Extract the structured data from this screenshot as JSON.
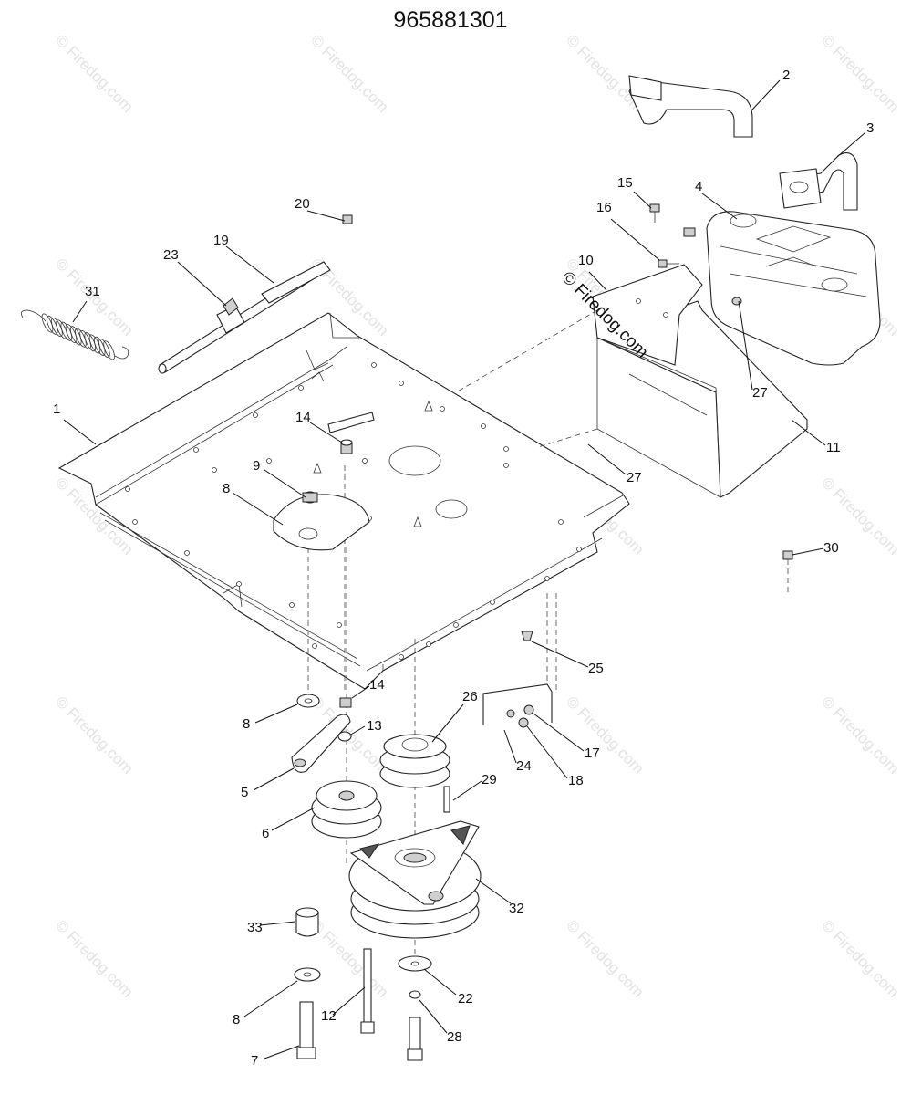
{
  "title": "965881301",
  "watermark": {
    "text": "© Firedog.com",
    "center_text": "© Firedog.com"
  },
  "parts": [
    {
      "number": "1"
    },
    {
      "number": "2"
    },
    {
      "number": "3"
    },
    {
      "number": "4"
    },
    {
      "number": "5"
    },
    {
      "number": "6"
    },
    {
      "number": "7"
    },
    {
      "number": "8"
    },
    {
      "number": "9"
    },
    {
      "number": "10"
    },
    {
      "number": "11"
    },
    {
      "number": "12"
    },
    {
      "number": "13"
    },
    {
      "number": "14"
    },
    {
      "number": "15"
    },
    {
      "number": "16"
    },
    {
      "number": "17"
    },
    {
      "number": "18"
    },
    {
      "number": "19"
    },
    {
      "number": "20"
    },
    {
      "number": "22"
    },
    {
      "number": "23"
    },
    {
      "number": "24"
    },
    {
      "number": "25"
    },
    {
      "number": "26"
    },
    {
      "number": "27"
    },
    {
      "number": "28"
    },
    {
      "number": "29"
    },
    {
      "number": "30"
    },
    {
      "number": "31"
    },
    {
      "number": "32"
    },
    {
      "number": "33"
    }
  ],
  "colors": {
    "line": "#222222",
    "watermark": "#e2e2e2",
    "background": "#ffffff"
  }
}
